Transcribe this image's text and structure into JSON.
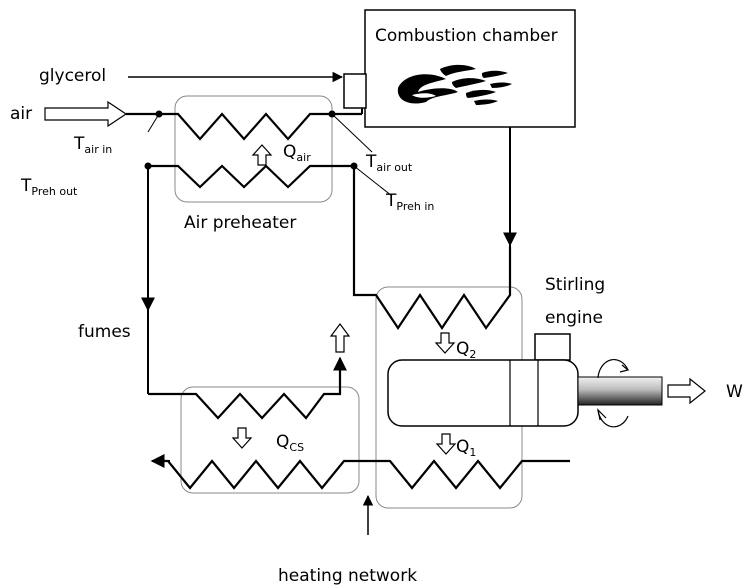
{
  "labels": {
    "combustion_chamber": "Combustion chamber",
    "glycerol": "glycerol",
    "air": "air",
    "air_preheater": "Air preheater",
    "fumes": "fumes",
    "stirling_engine_line1": "Stirling",
    "stirling_engine_line2": "engine",
    "heating_network": "heating network",
    "work": "W"
  },
  "symbols": {
    "t_air_in": {
      "main": "T",
      "sub": "air in"
    },
    "t_air_out": {
      "main": "T",
      "sub": "air out"
    },
    "t_preh_out": {
      "main": "T",
      "sub": "Preh out"
    },
    "t_preh_in": {
      "main": "T",
      "sub": "Preh in"
    },
    "q_air": {
      "main": "Q",
      "sub": "air"
    },
    "q_2": {
      "main": "Q",
      "sub": "2"
    },
    "q_1": {
      "main": "Q",
      "sub": "1"
    },
    "q_cs": {
      "main": "Q",
      "sub": "CS"
    }
  },
  "colors": {
    "line": "#000000",
    "box_border": "#888888",
    "shaft_light": "#dddddd",
    "shaft_dark": "#333333"
  },
  "icons": [
    "flame-icon",
    "burner-icon",
    "rotation-arrow-icon"
  ]
}
